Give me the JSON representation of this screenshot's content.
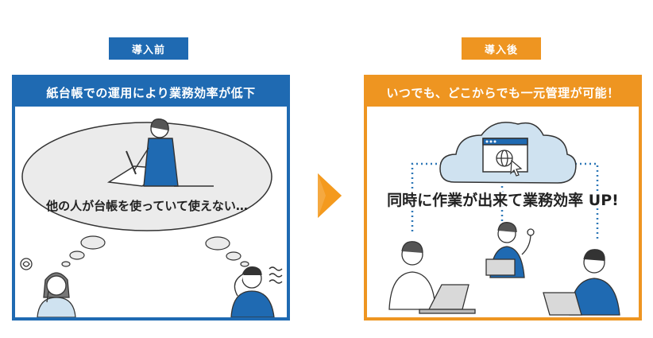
{
  "colors": {
    "before_blue": "#1f6ab2",
    "after_orange": "#ee9521",
    "arrow_orange": "#f39a1f",
    "cloud_fill": "#cfe2f0",
    "bubble_fill": "#ebebeb"
  },
  "before": {
    "tag_label": "導入前",
    "header": "紙台帳での運用により業務効率が低下",
    "bubble_text": "他の人が台帳を使っていて使えない…"
  },
  "after": {
    "tag_label": "導入後",
    "header": "いつでも、どこからでも一元管理が可能！",
    "headline": "同時に作業が出来て業務効率 UP!"
  },
  "icons": {
    "arrow": "right-arrow-icon",
    "cloud": "cloud-icon",
    "browser": "browser-window-icon",
    "globe": "globe-icon",
    "cursor": "cursor-icon"
  }
}
